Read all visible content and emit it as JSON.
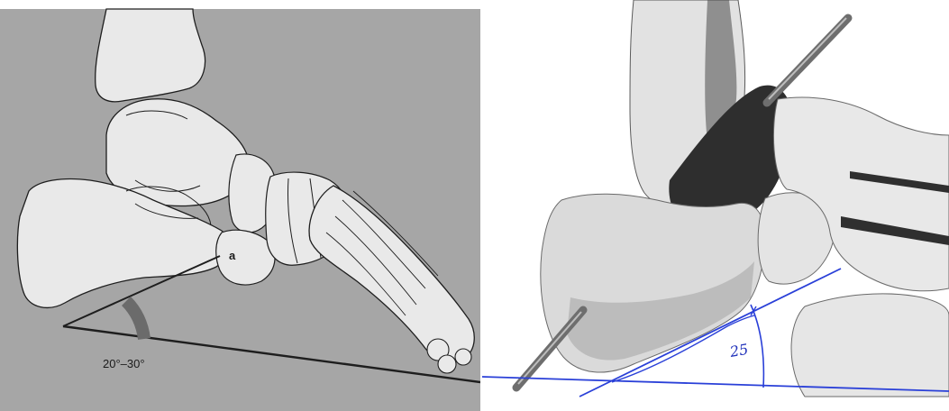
{
  "left_figure": {
    "label_point": "a",
    "angle_label": "20°–30°",
    "colors": {
      "background": "#a6a6a6",
      "bone_fill": "#e9e9e9",
      "outline": "#1e1e1e",
      "angle_arc": "#6b6b6b"
    }
  },
  "right_figure": {
    "angle_label": "25",
    "colors": {
      "background": "#ffffff",
      "pen": "#2a40d8",
      "pin": "#6e6e6e",
      "bone_light": "#e4e4e4",
      "bone_dark": "#3a3a3a"
    }
  }
}
